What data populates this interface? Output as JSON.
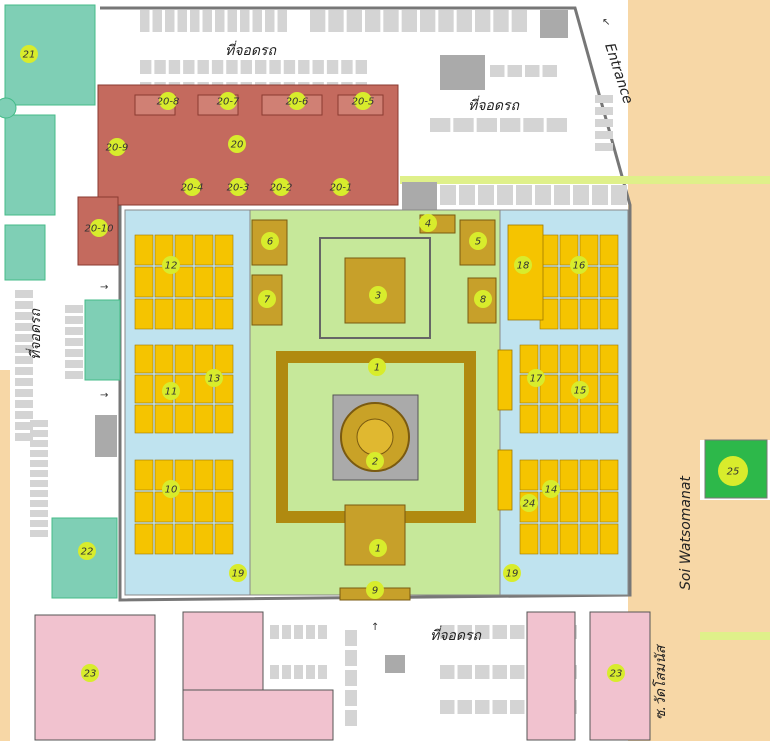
{
  "map": {
    "entrance_label": "Entrance",
    "road_label": "Soi Watsomanat",
    "road_label_thai": "ซ.วัดโสมนัส",
    "parking_label": "ที่จอดรถ",
    "legend_badge": "25",
    "colors": {
      "temple_courtyard": "#c6e89a",
      "cloister_area": "#bfe3ef",
      "building_gold": "#f5c400",
      "shrine_brown": "#c7a02a",
      "monks_quarter": "#c46a5e",
      "teal_building": "#7fcfb5",
      "pink_building": "#f1c2cf",
      "road": "#f7d7a6",
      "parking": "#d4d4d4",
      "marker": "#d8ec2c"
    },
    "markers": [
      "1",
      "1",
      "2",
      "3",
      "4",
      "5",
      "6",
      "7",
      "8",
      "9",
      "10",
      "11",
      "12",
      "13",
      "14",
      "15",
      "16",
      "17",
      "18",
      "19",
      "19",
      "20",
      "20-1",
      "20-2",
      "20-3",
      "20-4",
      "20-5",
      "20-6",
      "20-7",
      "20-8",
      "20-9",
      "20-10",
      "21",
      "22",
      "23",
      "23",
      "24",
      "25"
    ]
  }
}
